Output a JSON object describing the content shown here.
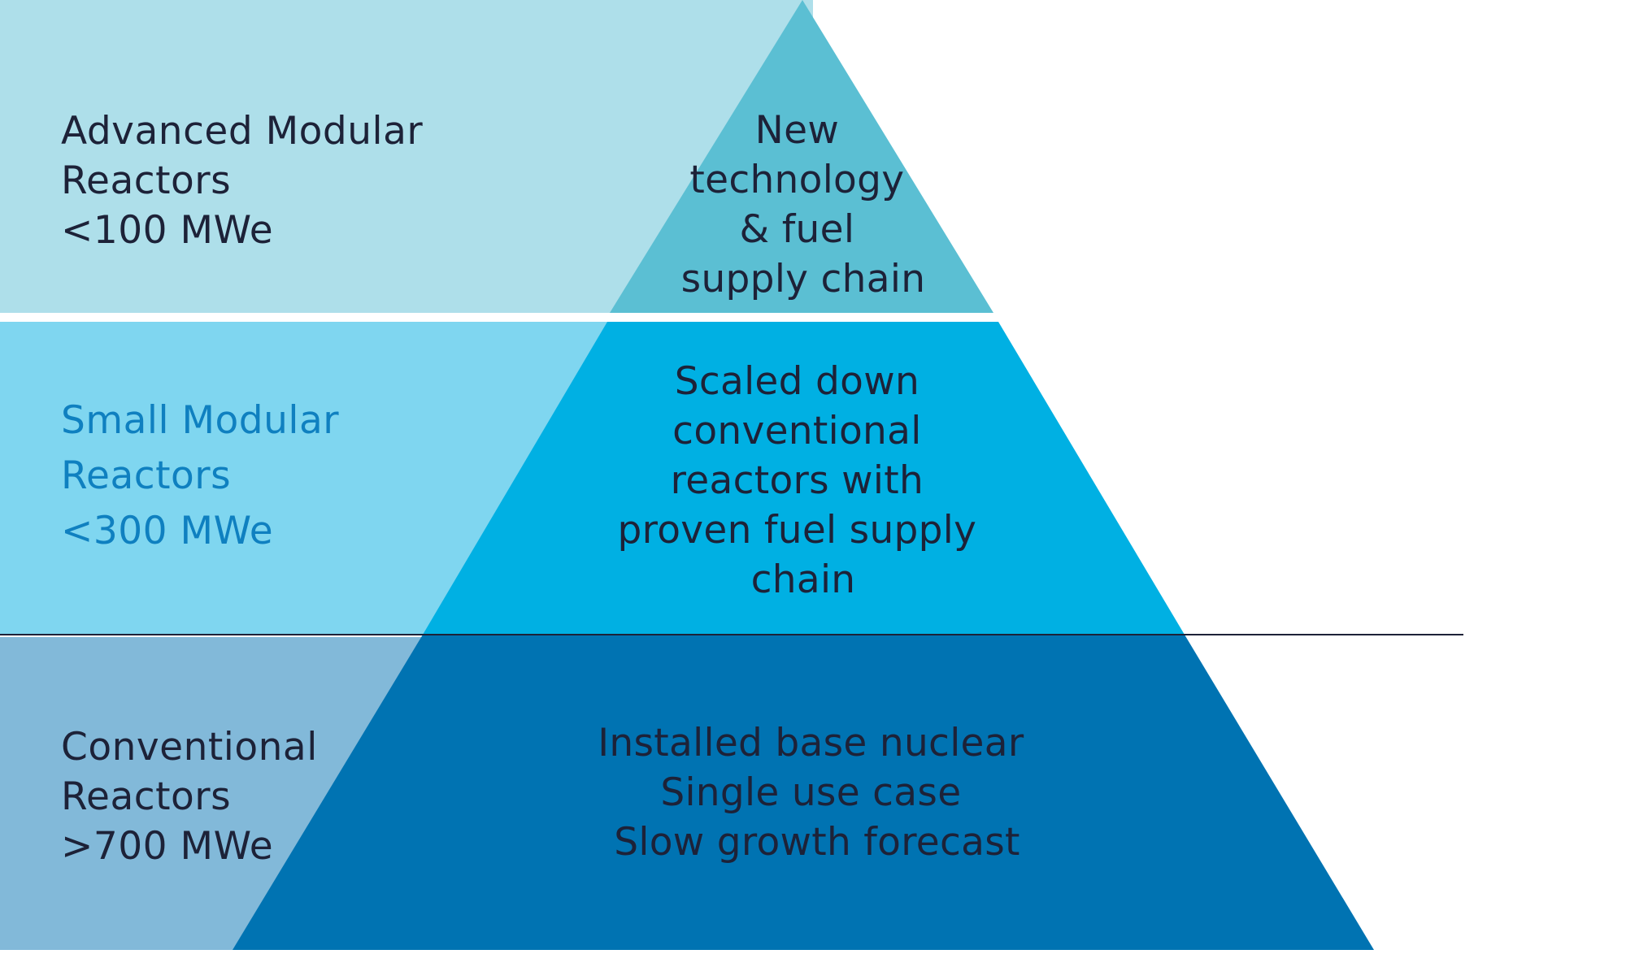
{
  "colors": {
    "top_band": "#aedfea",
    "top_triangle": "#5bbfd3",
    "middle_band": "#7fd6f0",
    "middle_triangle": "#00b0e3",
    "bottom_band": "#82b9d9",
    "bottom_triangle": "#0073b2",
    "dark_text": "#1d2238",
    "blue_text": "#0f80c0",
    "divider_line": "#1d2238"
  },
  "tiers": [
    {
      "name": "advanced",
      "label_lines": [
        "Advanced Modular",
        "Reactors",
        "<100 MWe"
      ],
      "desc_lines": [
        "New",
        "technology",
        "&  fuel",
        "supply chain"
      ]
    },
    {
      "name": "small",
      "label_lines": [
        "Small Modular",
        "Reactors",
        "<300 MWe"
      ],
      "desc_lines": [
        "Scaled down",
        "conventional",
        "reactors with",
        "proven fuel supply",
        "chain"
      ]
    },
    {
      "name": "conventional",
      "label_lines": [
        "Conventional",
        "Reactors",
        ">700 MWe"
      ],
      "desc_lines": [
        "Installed base nuclear",
        "Single use case",
        "Slow growth forecast"
      ]
    }
  ]
}
